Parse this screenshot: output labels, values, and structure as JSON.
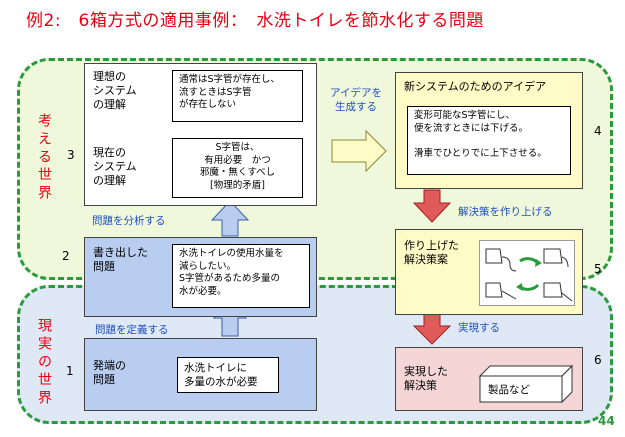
{
  "title": "例2:　6箱方式の適用事例：　水洗トイレを節水化する問題",
  "regions": {
    "think": "考える世界",
    "real": "現実の世界"
  },
  "boxes": {
    "b1": {
      "num": "1",
      "label": "発端の\n問題",
      "inner": "水洗トイレに\n多量の水が必要"
    },
    "b2": {
      "num": "2",
      "label": "書き出した\n問題",
      "inner": "水洗トイレの使用水量を\n減らしたい。\nS字管があるため多量の\n水が必要。"
    },
    "b3": {
      "num": "3",
      "ideal_label": "理想の\nシステム\nの理解",
      "ideal_inner": "通常はS字管が存在し、\n流すときはS字管\nが存在しない",
      "current_label": "現在の\nシステム\nの理解",
      "current_inner": "S字管は、\n有用必要　かつ\n邪魔・無くすべし\n[物理的矛盾]"
    },
    "b4": {
      "num": "4",
      "label": "新システムのためのアイデア",
      "inner": "変形可能なS字管にし、\n便を流すときには下げる。\n\n滑車でひとりでに上下させる。"
    },
    "b5": {
      "num": "5",
      "label": "作り上げた\n解決策案"
    },
    "b6": {
      "num": "6",
      "label": "実現した\n解決策",
      "inner": "製品など"
    }
  },
  "arrows": {
    "define": "問題を定義する",
    "analyze": "問題を分析する",
    "idea": "アイデアを\n生成する",
    "build": "解決策を作り上げる",
    "realize": "実現する"
  },
  "page_number": "44"
}
